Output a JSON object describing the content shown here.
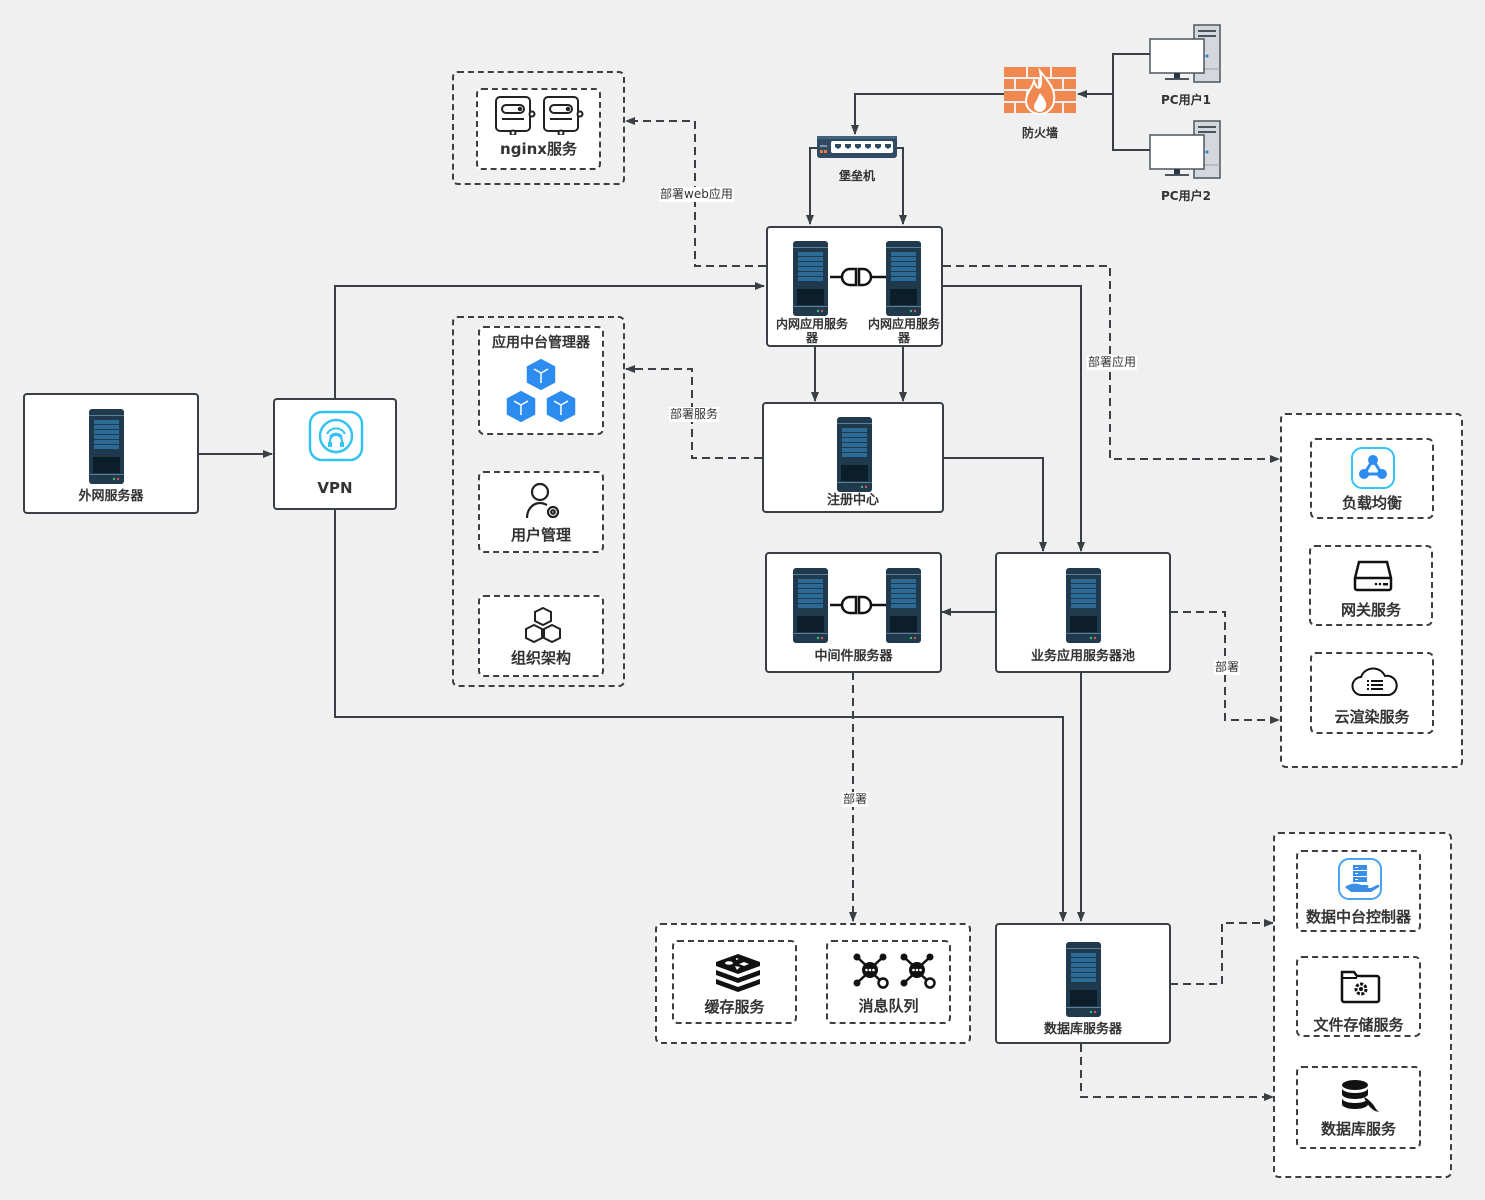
{
  "diagram": {
    "nodes": {
      "pc_user_1": "PC用户1",
      "pc_user_2": "PC用户2",
      "firewall": "防火墙",
      "bastion": "堡垒机",
      "intranet_app_server_a": "内网应用服务器",
      "intranet_app_server_b": "内网应用服务器",
      "registry_center": "注册中心",
      "middleware_servers": "中间件服务器",
      "business_app_pool": "业务应用服务器池",
      "database_server": "数据库服务器",
      "external_server": "外网服务器",
      "vpn": "VPN"
    },
    "groups": {
      "nginx": {
        "items": [
          "nginx服务"
        ]
      },
      "platform": {
        "items": [
          "应用中台管理器",
          "用户管理",
          "组织架构"
        ]
      },
      "gateway_cluster": {
        "items": [
          "负载均衡",
          "网关服务",
          "云渲染服务"
        ]
      },
      "middleware_services": {
        "items": [
          "缓存服务",
          "消息队列"
        ]
      },
      "data_services": {
        "items": [
          "数据中台控制器",
          "文件存储服务",
          "数据库服务"
        ]
      }
    },
    "edge_labels": {
      "deploy_web": "部署web应用",
      "deploy_service": "部署服务",
      "deploy_app": "部署应用",
      "deploy_right": "部署",
      "deploy_middleware": "部署"
    },
    "icons": {
      "pc": "desktop-computer-icon",
      "firewall": "firewall-icon",
      "bastion": "network-switch-icon",
      "server": "rack-server-icon",
      "connector": "plug-connector-icon",
      "vpn": "vpn-headset-icon",
      "nginx": "nginx-server-icon",
      "platform": "cubes-icon",
      "user_mgmt": "user-gear-icon",
      "org": "boxes-icon",
      "load_balance": "load-balance-icon",
      "gateway": "gateway-device-icon",
      "cloud_render": "cloud-list-icon",
      "cache": "redis-stack-icon",
      "mq": "message-queue-icon",
      "data_ctrl": "data-controller-icon",
      "file_storage": "folder-gear-icon",
      "db_service": "database-icon"
    },
    "colors": {
      "background": "#f0f0f0",
      "line": "#3a3f45",
      "accent_blue": "#2d8cf0",
      "cyan": "#35c2f5",
      "firewall_orange": "#f0884f",
      "server_dark": "#1f3a4d"
    }
  }
}
